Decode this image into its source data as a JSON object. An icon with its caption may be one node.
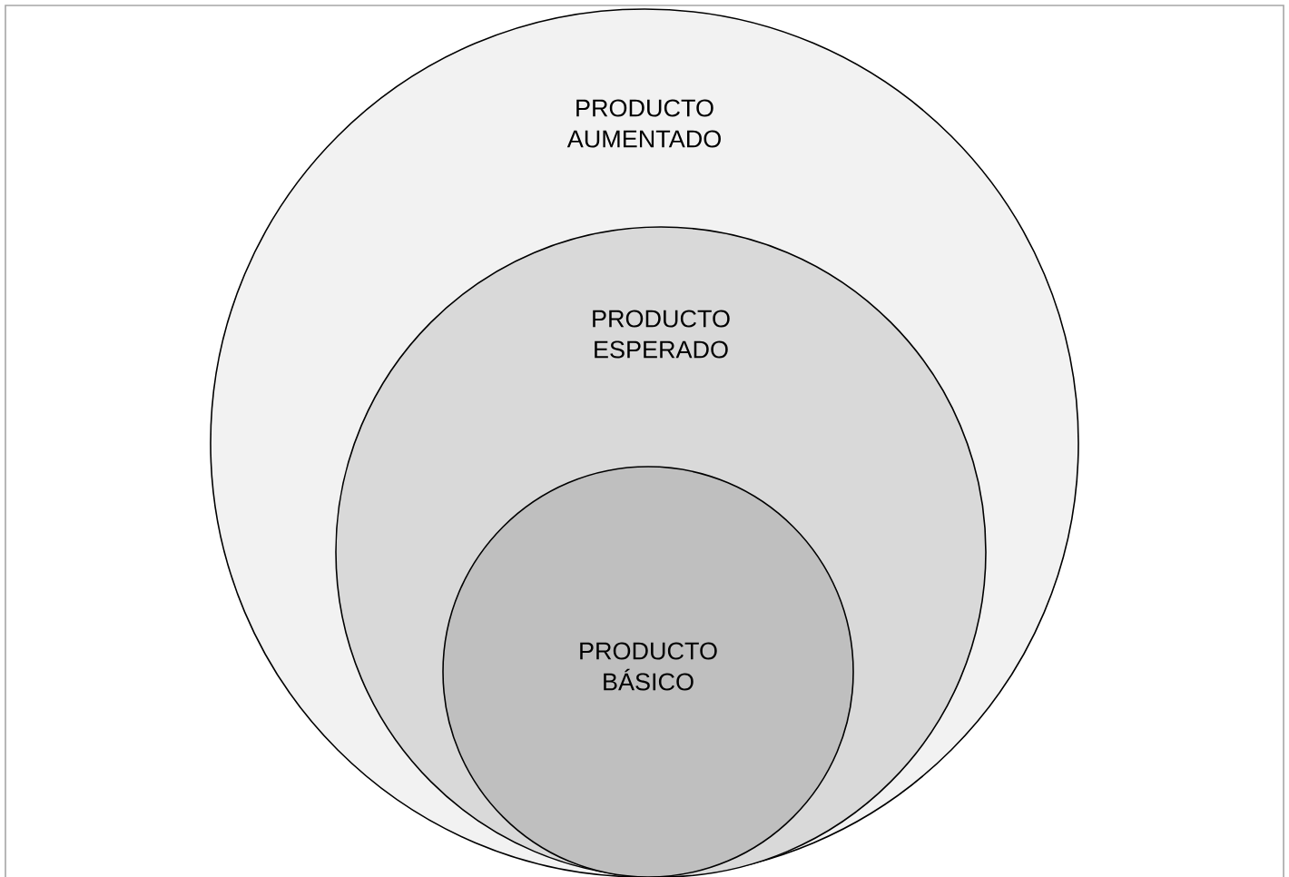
{
  "diagram": {
    "nodes": [
      {
        "text": [
          "PRODUCTO AUMENTADO"
        ]
      },
      {
        "text": [
          "PRODUCTO ESPERADO"
        ],
        "in": 0
      },
      {
        "text": [
          "PRODUCTO BÁSICO"
        ],
        "in": 1
      }
    ]
  }
}
